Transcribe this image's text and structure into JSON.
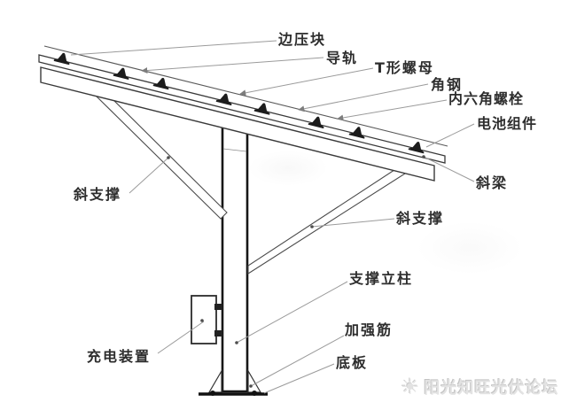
{
  "diagram": {
    "type": "technical-line-diagram",
    "subject": "pole-mounted solar PV module support structure, side elevation",
    "colors": {
      "background": "#ffffff",
      "structure_line": "#3a3a3a",
      "heavy_line": "#161616",
      "leader_line": "#9b9b9b",
      "label_text": "#2d2d2d",
      "watermark": "#dddddd"
    },
    "labels": [
      {
        "id": "edge-clamp",
        "text": "边压块"
      },
      {
        "id": "rail",
        "text": "导轨"
      },
      {
        "id": "t-nut",
        "text": "T形螺母"
      },
      {
        "id": "angle-steel",
        "text": "角钢"
      },
      {
        "id": "hex-socket-bolt",
        "text": "内六角螺栓"
      },
      {
        "id": "pv-module",
        "text": "电池组件"
      },
      {
        "id": "inclined-beam",
        "text": "斜梁"
      },
      {
        "id": "diagonal-brace-left",
        "text": "斜支撑"
      },
      {
        "id": "diagonal-brace-right",
        "text": "斜支撑"
      },
      {
        "id": "support-column",
        "text": "支撑立柱"
      },
      {
        "id": "charging-device",
        "text": "充电装置"
      },
      {
        "id": "stiffener-rib",
        "text": "加强筋"
      },
      {
        "id": "base-plate",
        "text": "底板"
      }
    ],
    "watermark": {
      "icon": "sun-logo",
      "text": "阳光知旺光伏论坛"
    }
  }
}
